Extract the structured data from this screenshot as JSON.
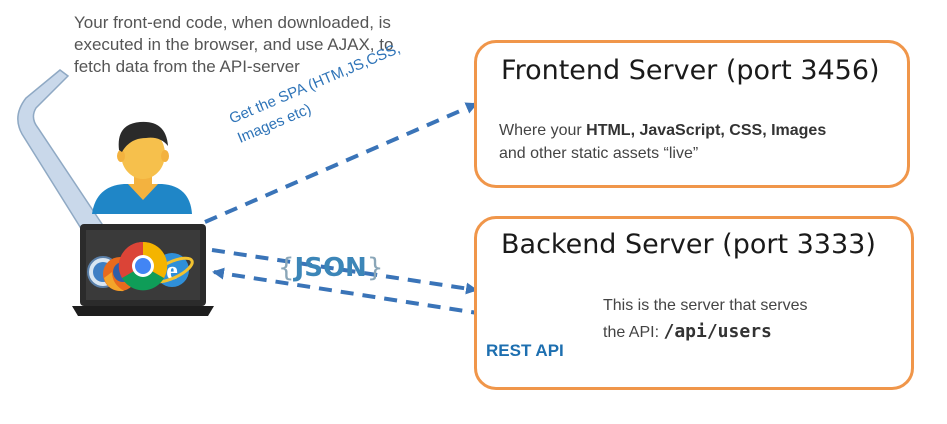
{
  "annotation": {
    "line1": "Your front-end code, when downloaded, is",
    "line2": "executed in the browser, and use AJAX, to",
    "line3": "fetch data from the API-server"
  },
  "spa_arrow_label": {
    "line1": "Get the SPA (HTM,JS,CSS,",
    "line2": "Images etc)"
  },
  "json_label": {
    "open": "{",
    "text": "JSON",
    "close": "}"
  },
  "frontend": {
    "title": "Frontend Server (port 3456)",
    "text_prefix": "Where your ",
    "text_bold": "HTML, JavaScript, CSS, Images",
    "text_suffix": "and other static assets “live”"
  },
  "backend": {
    "title": "Backend Server (port 3333)",
    "text_line1": "This is the server that serves",
    "text_prefix": "the API:",
    "api_path": "/api/users"
  },
  "rest_api_label": "REST API",
  "icons": [
    "user-icon",
    "laptop-icon",
    "chrome-icon",
    "firefox-icon",
    "ie-icon",
    "rest-api-gear-icon",
    "cloud-icon"
  ],
  "colors": {
    "box_border": "#f0964a",
    "arrow": "#3a74b8",
    "rest_blue": "#1d6fb0",
    "callout_arrow_fill": "#c9d8ea",
    "callout_arrow_stroke": "#8fa9c4"
  }
}
